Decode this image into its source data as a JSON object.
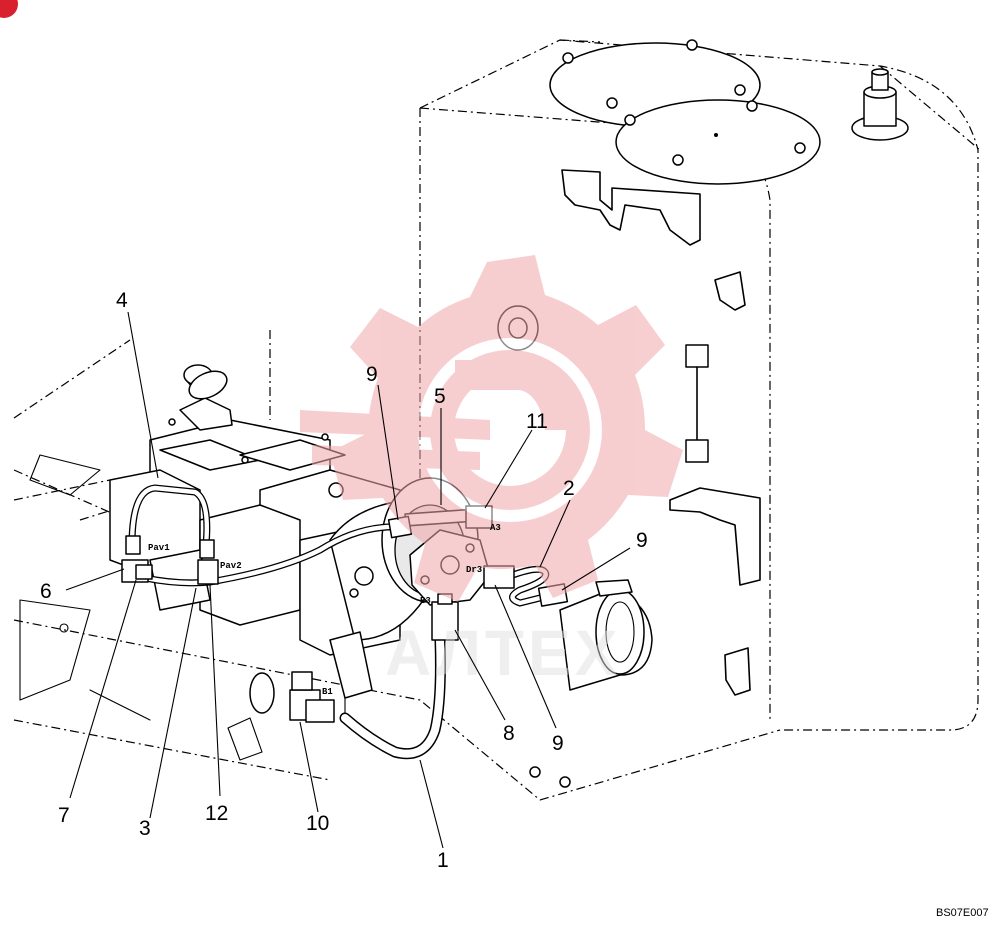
{
  "diagram": {
    "reference_code": "BS07E007",
    "watermark_logo": "АЛТЕХ",
    "callouts": [
      {
        "id": "c4",
        "label": "4"
      },
      {
        "id": "c9a",
        "label": "9"
      },
      {
        "id": "c5",
        "label": "5"
      },
      {
        "id": "c11",
        "label": "11"
      },
      {
        "id": "c2",
        "label": "2"
      },
      {
        "id": "c9b",
        "label": "9"
      },
      {
        "id": "c6",
        "label": "6"
      },
      {
        "id": "c8",
        "label": "8"
      },
      {
        "id": "c9c",
        "label": "9"
      },
      {
        "id": "c7",
        "label": "7"
      },
      {
        "id": "c3",
        "label": "3"
      },
      {
        "id": "c12",
        "label": "12"
      },
      {
        "id": "c10",
        "label": "10"
      },
      {
        "id": "c1",
        "label": "1"
      }
    ],
    "port_labels": [
      {
        "id": "p_pav1",
        "label": "Pav1"
      },
      {
        "id": "p_pav2",
        "label": "Pav2"
      },
      {
        "id": "p_a3",
        "label": "A3"
      },
      {
        "id": "p_dr3",
        "label": "Dr3"
      },
      {
        "id": "p_b3",
        "label": "B3"
      },
      {
        "id": "p_b1",
        "label": "B1"
      }
    ],
    "colors": {
      "line": "#000000",
      "watermark": "#f2a7aa",
      "badge": "#d9202f"
    }
  }
}
